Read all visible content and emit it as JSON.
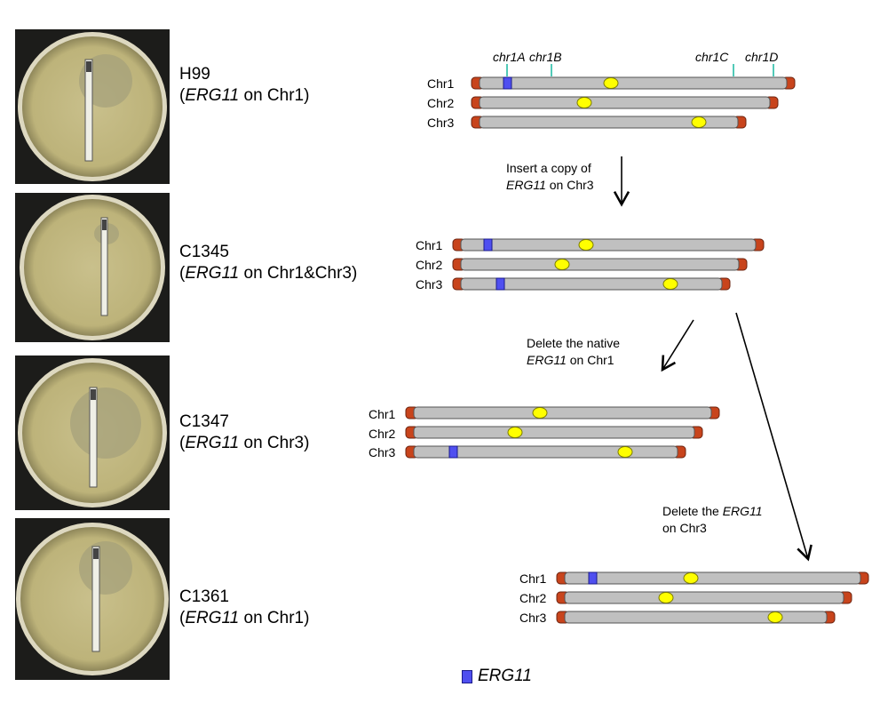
{
  "strains": [
    {
      "name": "H99",
      "geno_open": "(",
      "gene": "ERG11",
      "geno_rest": " on Chr1)"
    },
    {
      "name": "C1345",
      "geno_open": "(",
      "gene": "ERG11",
      "geno_rest": " on Chr1&Chr3)"
    },
    {
      "name": "C1347",
      "geno_open": "(",
      "gene": "ERG11",
      "geno_rest": " on Chr3)"
    },
    {
      "name": "C1361",
      "geno_open": "(",
      "gene": "ERG11",
      "geno_rest": " on Chr1)"
    }
  ],
  "chromosome_labels": [
    "Chr1",
    "Chr2",
    "Chr3"
  ],
  "loci": [
    "chr1A",
    "chr1B",
    "chr1C",
    "chr1D"
  ],
  "steps": [
    {
      "line1": "Insert a copy of",
      "gene": "ERG11",
      "line2_rest": " on Chr3"
    },
    {
      "line1": "Delete the native",
      "gene": "ERG11",
      "line2_rest": " on Chr1"
    },
    {
      "line1_pre": "Delete the ",
      "gene": "ERG11",
      "line2": "on Chr3"
    }
  ],
  "legend": {
    "label": "ERG11"
  },
  "colors": {
    "chromosome": "#c0c0c0",
    "telomere": "#c8441c",
    "centromere": "#ffff00",
    "erg11": "#4f4ff0",
    "locus_tick": "#19b9a0"
  }
}
